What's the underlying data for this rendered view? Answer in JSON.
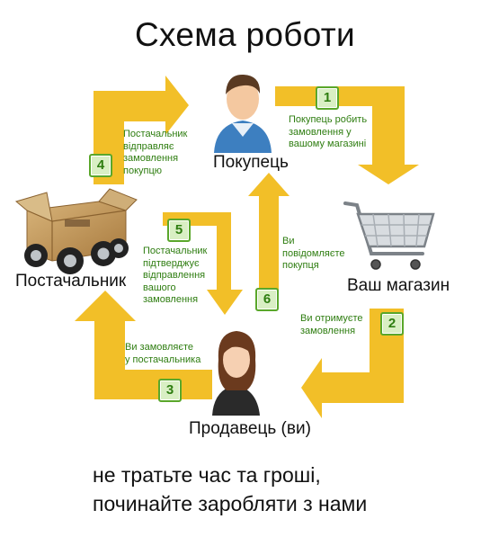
{
  "title": "Схема роботи",
  "nodes": {
    "buyer": "Покупець",
    "shop": "Ваш магазин",
    "seller": "Продавець (ви)",
    "supplier": "Постачальник"
  },
  "steps": [
    {
      "number": "1",
      "lines": [
        "Покупець робить",
        "замовлення у",
        "вашому магазині"
      ]
    },
    {
      "number": "2",
      "lines": [
        "Ви отримуєте",
        "замовлення"
      ]
    },
    {
      "number": "3",
      "lines": [
        "Ви замовляєте",
        "у постачальника"
      ]
    },
    {
      "number": "4",
      "lines": [
        "Постачальник",
        "відправляє",
        "замовлення",
        "покупцю"
      ]
    },
    {
      "number": "5",
      "lines": [
        "Постачальник",
        "підтверджує",
        "відправлення",
        "вашого",
        "замовлення"
      ]
    },
    {
      "number": "6",
      "lines": [
        "Ви",
        "повідомляєте",
        "покупця"
      ]
    }
  ],
  "footer": {
    "line1": "не тратьте час та гроші,",
    "line2": "починайте заробляти з нами"
  },
  "colors": {
    "arrow": "#f2bf28",
    "step_text": "#2e7d10",
    "step_border": "#5aa72b",
    "step_fill": "#d9efc4"
  },
  "icons": [
    "buyer-person-icon",
    "shopping-cart-icon",
    "seller-person-icon",
    "supplier-box-icon"
  ]
}
